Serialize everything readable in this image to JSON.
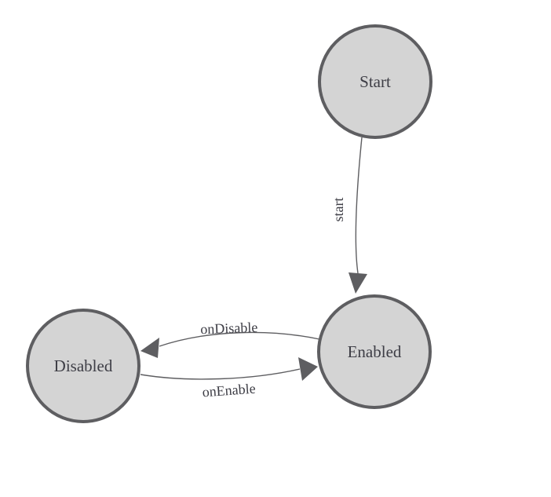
{
  "diagram": {
    "type": "state-machine",
    "background_color": "#ffffff",
    "node_fill_color": "#d4d4d4",
    "node_border_color": "#5e5e61",
    "edge_color": "#5e5e61",
    "label_color": "#3e3e46",
    "nodes": [
      {
        "id": "start-node",
        "label": "Start"
      },
      {
        "id": "enabled-node",
        "label": "Enabled"
      },
      {
        "id": "disabled-node",
        "label": "Disabled"
      }
    ],
    "edges": [
      {
        "from": "Start",
        "to": "Enabled",
        "label": "start"
      },
      {
        "from": "Enabled",
        "to": "Disabled",
        "label": "onDisable"
      },
      {
        "from": "Disabled",
        "to": "Enabled",
        "label": "onEnable"
      }
    ]
  }
}
